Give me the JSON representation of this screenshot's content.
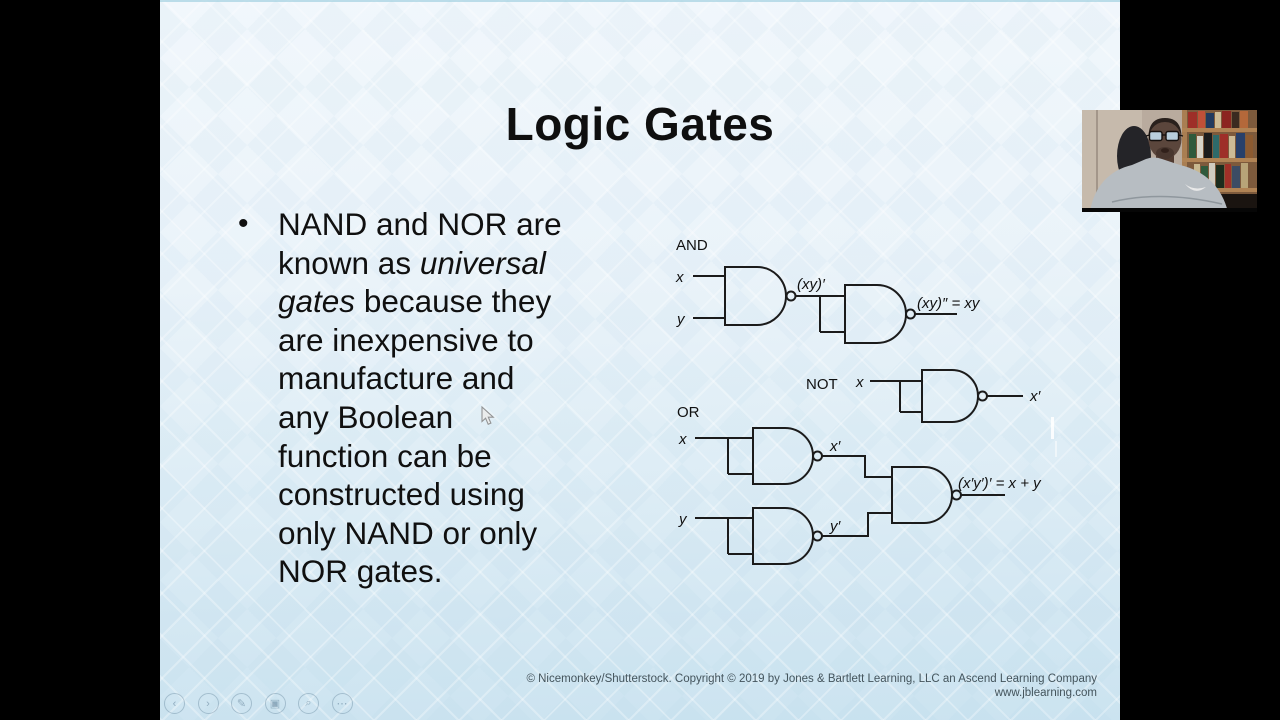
{
  "slide": {
    "title": "Logic Gates",
    "bullet": {
      "marker": "•",
      "lines": [
        [
          {
            "text": "NAND and NOR are",
            "italic": false
          }
        ],
        [
          {
            "text": "known as ",
            "italic": false
          },
          {
            "text": "universal",
            "italic": true
          }
        ],
        [
          {
            "text": "gates",
            "italic": true
          },
          {
            "text": " because they",
            "italic": false
          }
        ],
        [
          {
            "text": "are inexpensive to",
            "italic": false
          }
        ],
        [
          {
            "text": "manufacture and",
            "italic": false
          }
        ],
        [
          {
            "text": "any Boolean",
            "italic": false
          }
        ],
        [
          {
            "text": "function can be",
            "italic": false
          }
        ],
        [
          {
            "text": "constructed using",
            "italic": false
          }
        ],
        [
          {
            "text": "only NAND or only",
            "italic": false
          }
        ],
        [
          {
            "text": "NOR gates.",
            "italic": false
          }
        ]
      ]
    },
    "footer": {
      "line1": "© Nicemonkey/Shutterstock. Copyright © 2019 by Jones & Bartlett Learning, LLC an Ascend Learning Company",
      "line2": "www.jblearning.com"
    }
  },
  "diagram": {
    "sections": {
      "and": "AND",
      "not": "NOT",
      "or": "OR"
    },
    "labels": {
      "and_in1": "x",
      "and_in2": "y",
      "and_mid": "(xy)′",
      "and_out": "(xy)″ = xy",
      "not_in": "x",
      "not_out": "x′",
      "or_in1": "x",
      "or_in2": "y",
      "or_mid1": "x′",
      "or_mid2": "y′",
      "or_out": "(x′y′)′ = x + y"
    }
  },
  "toolbar": {
    "items": [
      {
        "name": "previous-slide",
        "glyph": "‹"
      },
      {
        "name": "next-slide",
        "glyph": "›"
      },
      {
        "name": "pen-tools",
        "glyph": "✎"
      },
      {
        "name": "see-all-slides",
        "glyph": "▣"
      },
      {
        "name": "zoom-slide",
        "glyph": "⌕"
      },
      {
        "name": "more-options",
        "glyph": "⋯"
      }
    ]
  },
  "webcam": {
    "alt": "Presenter webcam: man with glasses in gray sweatshirt in front of bookshelf"
  },
  "colors": {
    "slide_bg_top": "#f1f7fc",
    "slide_bg_bottom": "#cbe3f0",
    "text": "#101010",
    "footer_text": "#44545c",
    "letterbox": "#000000"
  }
}
